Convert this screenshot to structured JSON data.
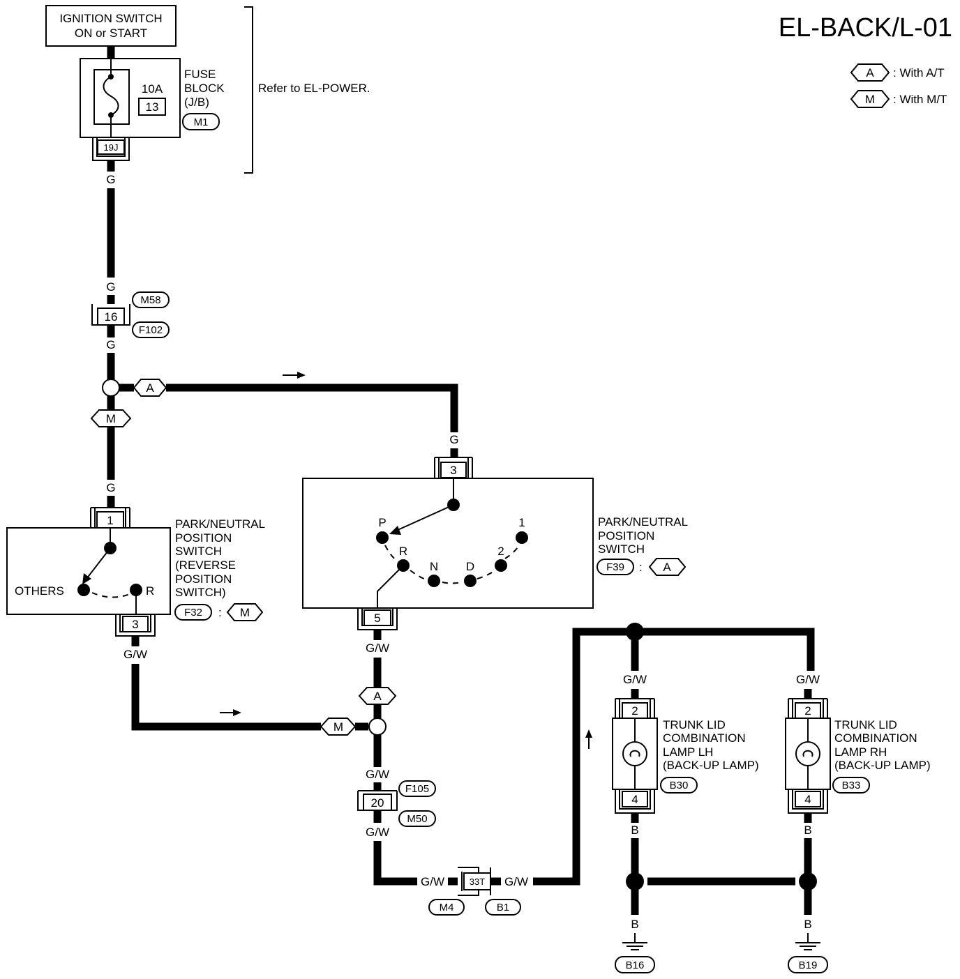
{
  "title": "EL-BACK/L-01",
  "legend": [
    {
      "tag": "A",
      "text": ": With A/T"
    },
    {
      "tag": "M",
      "text": ": With M/T"
    }
  ],
  "ignition": {
    "line1": "IGNITION SWITCH",
    "line2": "ON or START"
  },
  "fuse": {
    "amps": "10A",
    "number": "13",
    "label1": "FUSE",
    "label2": "BLOCK",
    "label3": "(J/B)",
    "connector": "M1",
    "terminal": "19J"
  },
  "refer_note": "Refer to EL-POWER.",
  "wire_colors": {
    "g": "G",
    "gw": "G/W",
    "b": "B"
  },
  "junction_m58": {
    "terminal": "16",
    "conn_top": "M58",
    "conn_bottom": "F102"
  },
  "option_tags": {
    "a": "A",
    "m": "M"
  },
  "mt_switch": {
    "terminal_top": "1",
    "terminal_bottom": "3",
    "pos_others": "OTHERS",
    "pos_r": "R",
    "label1": "PARK/NEUTRAL",
    "label2": "POSITION",
    "label3": "SWITCH",
    "label4": "(REVERSE",
    "label5": "POSITION",
    "label6": "SWITCH)",
    "connector": "F32",
    "colon": ":",
    "option": "M"
  },
  "at_switch": {
    "terminal_top": "3",
    "terminal_bottom": "5",
    "positions": {
      "p": "P",
      "r": "R",
      "n": "N",
      "d": "D",
      "two": "2",
      "one": "1"
    },
    "label1": "PARK/NEUTRAL",
    "label2": "POSITION",
    "label3": "SWITCH",
    "connector": "F39",
    "colon": ":",
    "option": "A"
  },
  "junction_f105": {
    "terminal": "20",
    "conn_top": "F105",
    "conn_bottom": "M50"
  },
  "junction_m4": {
    "terminal": "33T",
    "conn_left": "M4",
    "conn_right": "B1"
  },
  "lamp_lh": {
    "terminal_top": "2",
    "terminal_bottom": "4",
    "label1": "TRUNK LID",
    "label2": "COMBINATION",
    "label3": "LAMP LH",
    "label4": "(BACK-UP LAMP)",
    "connector": "B30"
  },
  "lamp_rh": {
    "terminal_top": "2",
    "terminal_bottom": "4",
    "label1": "TRUNK LID",
    "label2": "COMBINATION",
    "label3": "LAMP RH",
    "label4": "(BACK-UP LAMP)",
    "connector": "B33"
  },
  "grounds": {
    "left": "B16",
    "right": "B19"
  }
}
